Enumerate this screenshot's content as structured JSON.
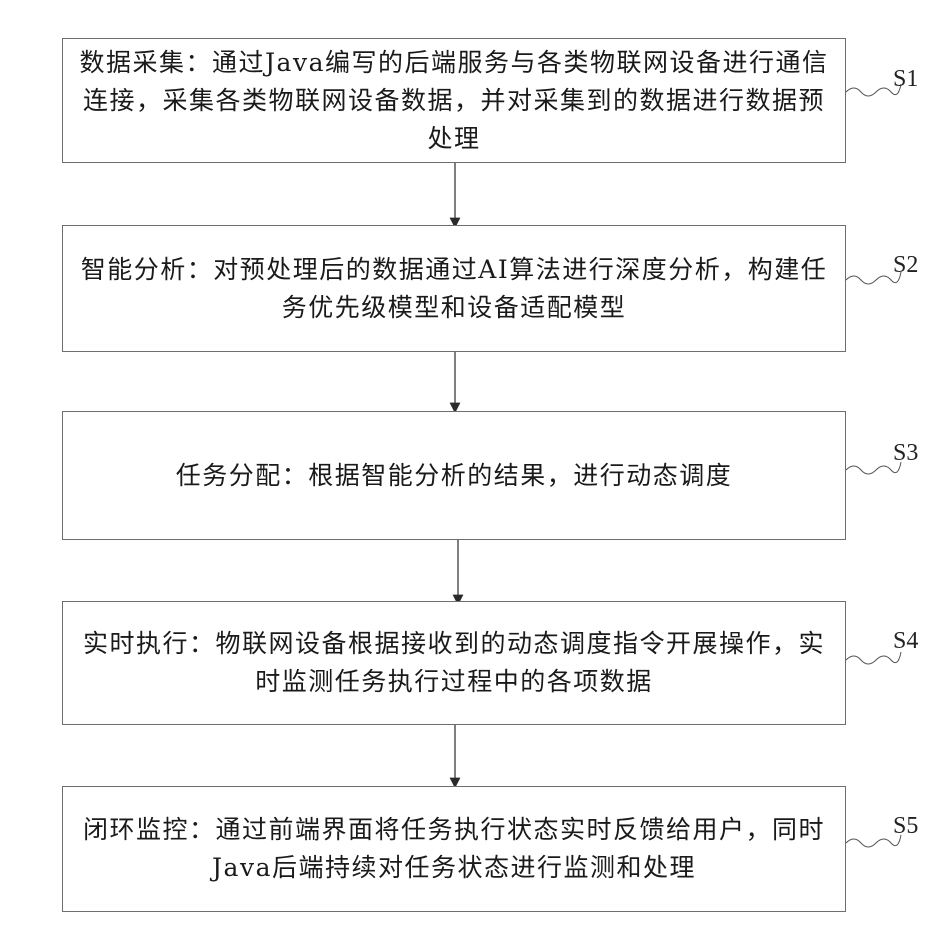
{
  "steps": [
    {
      "id": "S1",
      "label": "S1",
      "text": "数据采集：通过Java编写的后端服务与各类物联网设备进行通信连接，采集各类物联网设备数据，并对采集到的数据进行数据预处理"
    },
    {
      "id": "S2",
      "label": "S2",
      "text": "智能分析：对预处理后的数据通过AI算法进行深度分析，构建任务优先级模型和设备适配模型"
    },
    {
      "id": "S3",
      "label": "S3",
      "text": "任务分配：根据智能分析的结果，进行动态调度"
    },
    {
      "id": "S4",
      "label": "S4",
      "text": "实时执行：物联网设备根据接收到的动态调度指令开展操作，实时监测任务执行过程中的各项数据"
    },
    {
      "id": "S5",
      "label": "S5",
      "text": "闭环监控：通过前端界面将任务执行状态实时反馈给用户，同时Java后端持续对任务状态进行监测和处理"
    }
  ],
  "colors": {
    "box_border": "#6e6e6e",
    "arrow": "#2a2a2a",
    "text": "#1a1a1a"
  }
}
